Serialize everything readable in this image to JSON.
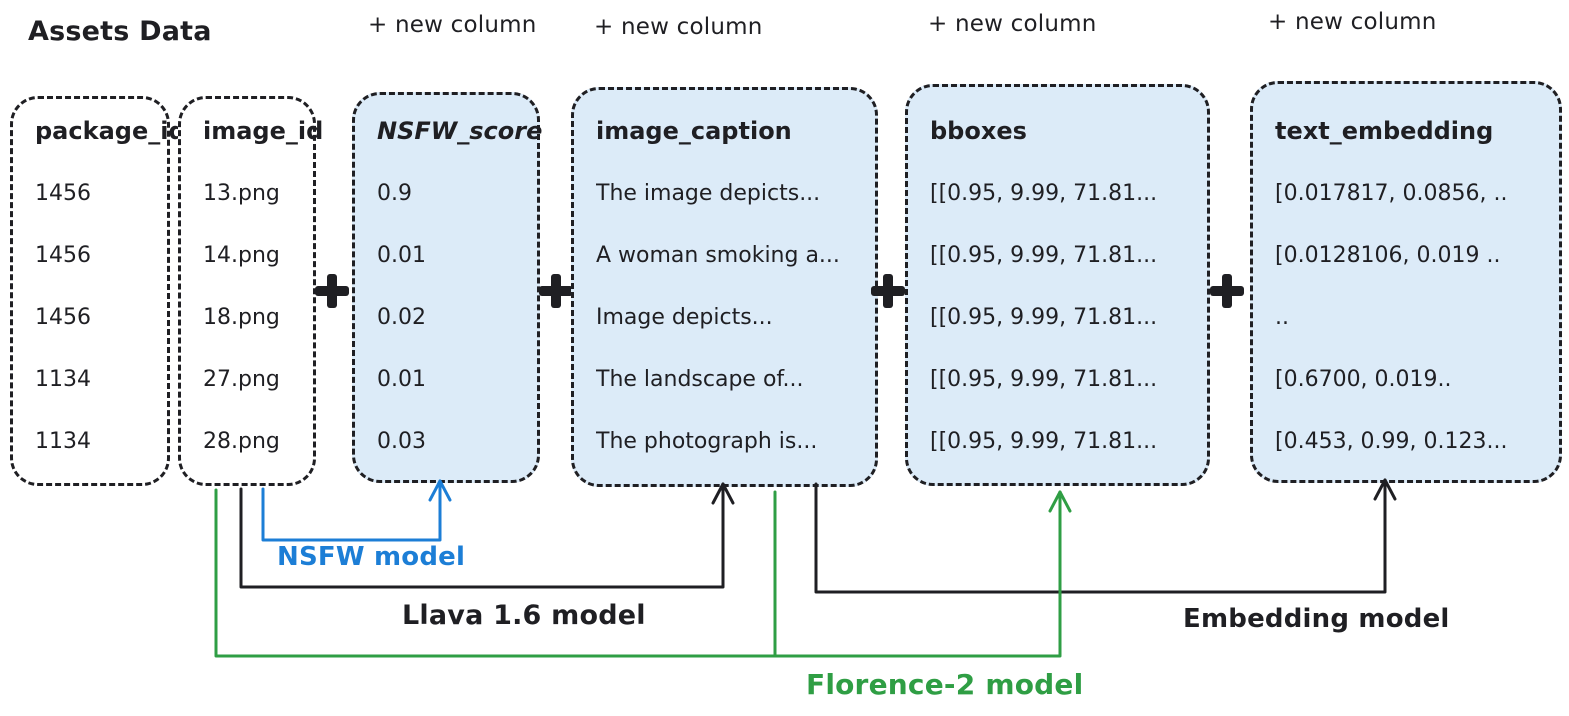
{
  "title": "Assets Data",
  "new_column_label": "+ new column",
  "columns": [
    {
      "header": "package_id",
      "rows": [
        "1456",
        "1456",
        "1456",
        "1134",
        "1134"
      ]
    },
    {
      "header": "image_id",
      "rows": [
        "13.png",
        "14.png",
        "18.png",
        "27.png",
        "28.png"
      ]
    },
    {
      "header": "NSFW_score",
      "rows": [
        "0.9",
        "0.01",
        "0.02",
        "0.01",
        "0.03"
      ]
    },
    {
      "header": "image_caption",
      "rows": [
        "The image depicts...",
        "A woman smoking a...",
        "Image depicts...",
        "The landscape of...",
        "The photograph is..."
      ]
    },
    {
      "header": "bboxes",
      "rows": [
        "[[0.95, 9.99, 71.81...",
        "[[0.95, 9.99, 71.81...",
        "[[0.95, 9.99, 71.81...",
        "[[0.95, 9.99, 71.81...",
        "[[0.95, 9.99, 71.81..."
      ]
    },
    {
      "header": "text_embedding",
      "rows": [
        "[0.017817, 0.0856, ..",
        "[0.0128106, 0.019 ..",
        "..",
        "[0.6700, 0.019..",
        "[0.453, 0.99, 0.123..."
      ]
    }
  ],
  "models": {
    "nsfw": {
      "label": "NSFW model",
      "color": "#1c7ed6"
    },
    "llava": {
      "label": "Llava 1.6 model",
      "color": "#1f1f23"
    },
    "embedding": {
      "label": "Embedding model",
      "color": "#1f1f23"
    },
    "florence": {
      "label": "Florence-2 model",
      "color": "#2f9e44"
    }
  },
  "icons": {
    "separator": "plus-icon"
  },
  "colors": {
    "ink": "#1f1f23",
    "box_fill_blue": "#dcebf8",
    "arrow_blue": "#1c7ed6",
    "arrow_green": "#2f9e44",
    "background": "#ffffff"
  }
}
